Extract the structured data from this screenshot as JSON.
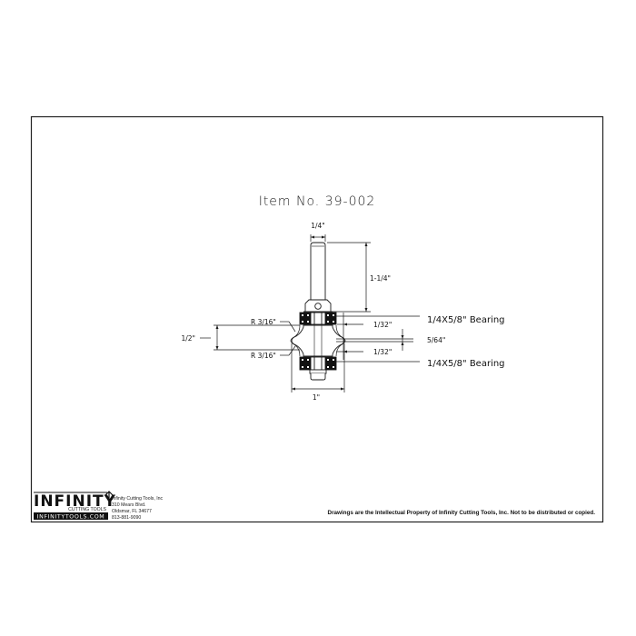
{
  "drawing": {
    "title": "Item No. 39-002",
    "dimensions": {
      "shank_diameter": "1/4\"",
      "shank_length": "1-1/4\"",
      "cut_height": "1/2\"",
      "radius_top": "R 3/16\"",
      "radius_bottom": "R 3/16\"",
      "offset_top": "1/32\"",
      "gap": "5/64\"",
      "offset_bottom": "1/32\"",
      "overall_diameter": "1\""
    },
    "callouts": {
      "bearing_top": "1/4X5/8\" Bearing",
      "bearing_bottom": "1/4X5/8\" Bearing"
    }
  },
  "title_block": {
    "logo": "INFINITY",
    "logo_sub": "CUTTING TOOLS",
    "logo_url": "INFINITYTOOLS.COM",
    "company": "Infinity Cutting Tools, Inc",
    "address1": "310 Mears Blvd.",
    "address2": "Oldsmar, FL  34677",
    "phone": "813-881-9090",
    "notice": "Drawings are the Intellectual Property of Infinity Cutting Tools, Inc. Not to be distributed or copied."
  },
  "colors": {
    "line": "#1a1a1a",
    "bearing_fill": "#111111",
    "background": "#ffffff"
  }
}
